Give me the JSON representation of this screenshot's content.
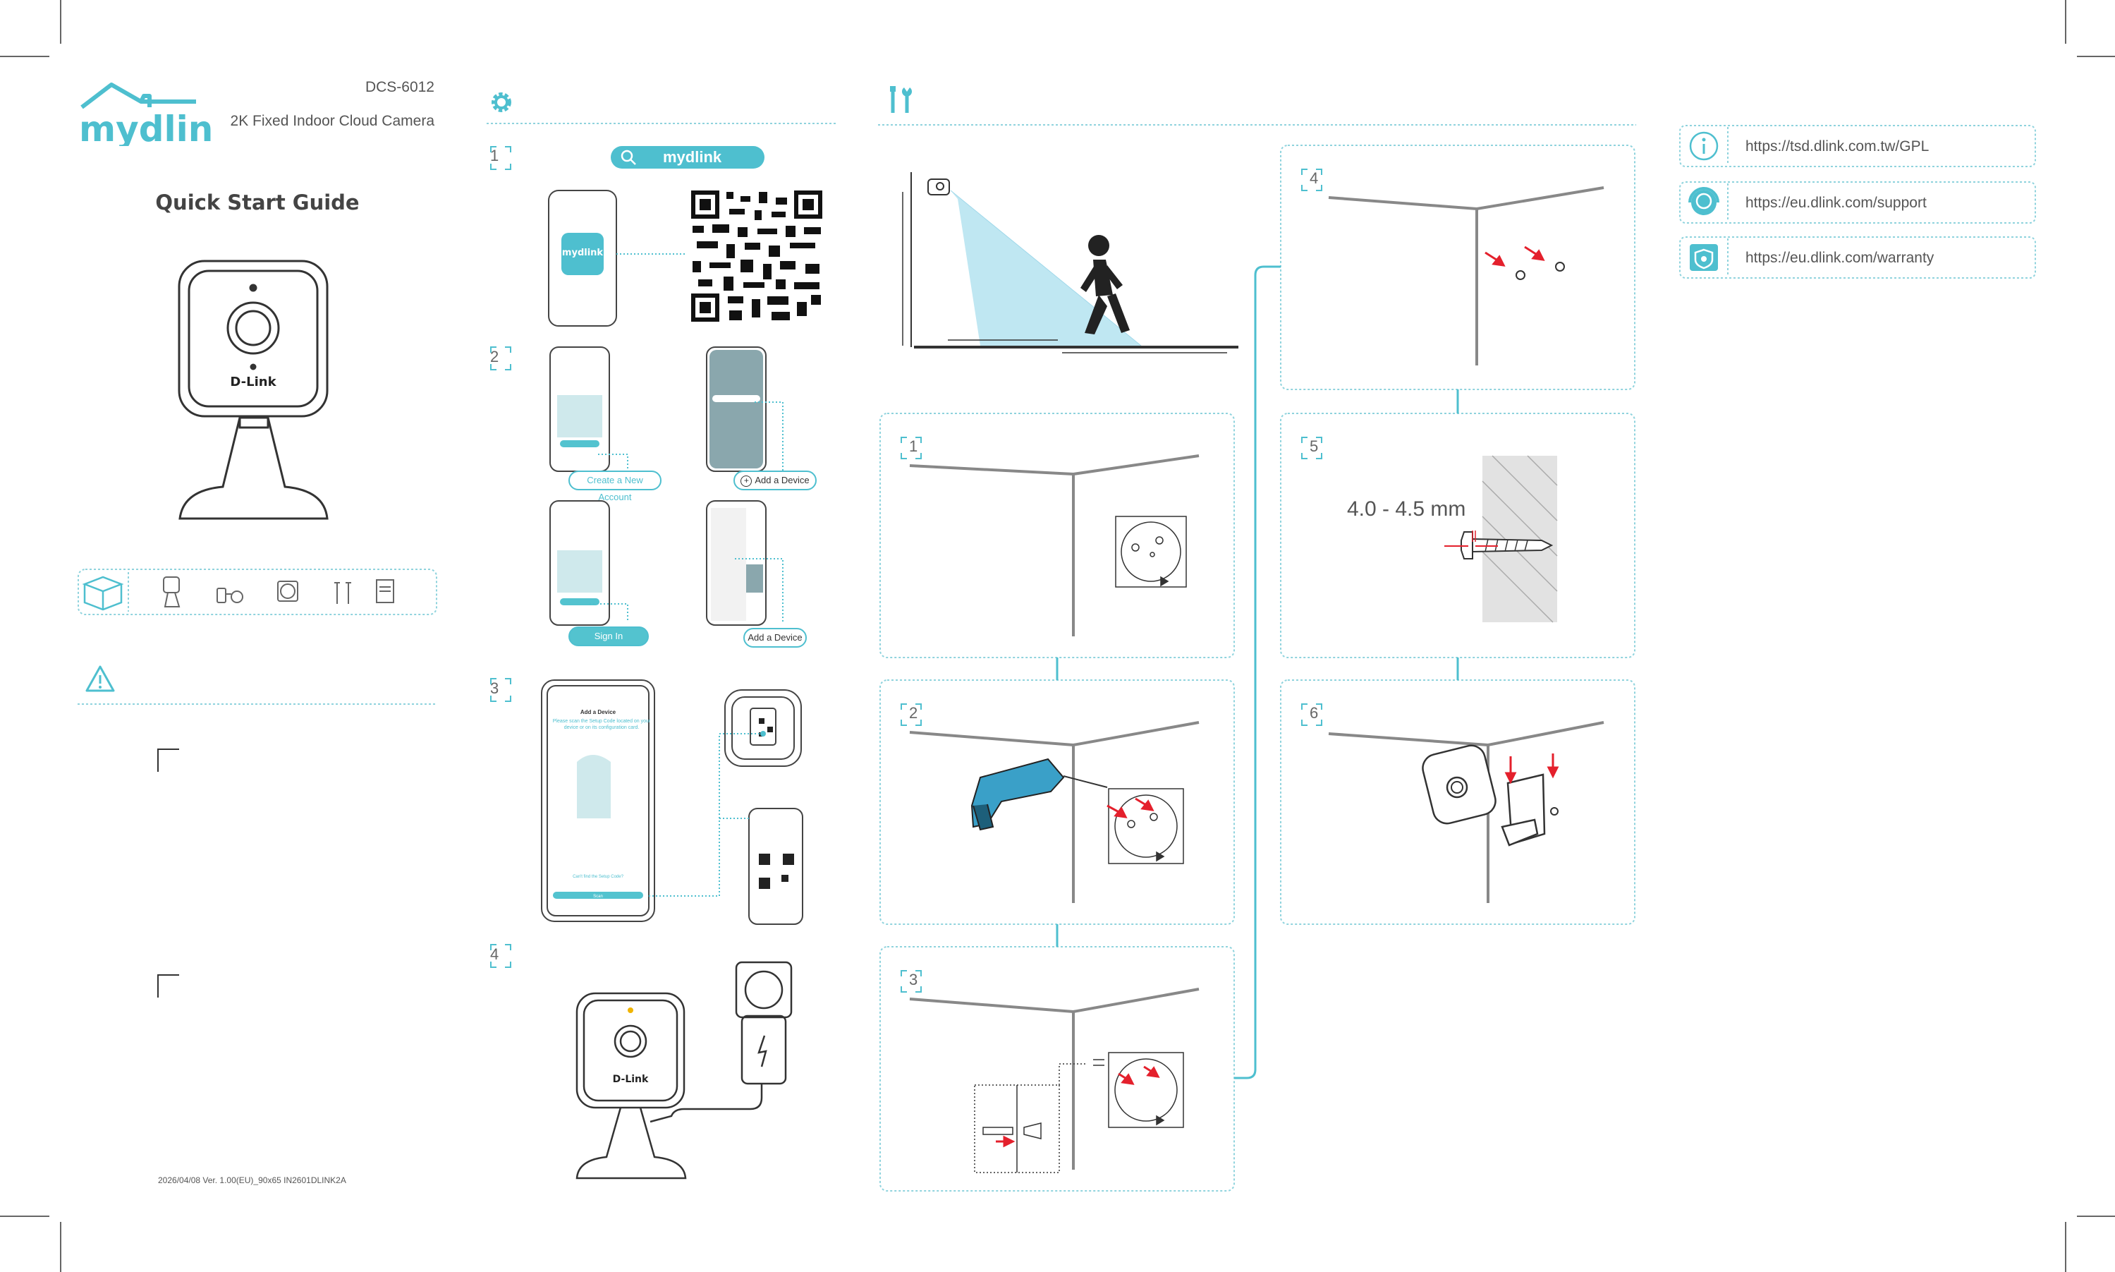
{
  "header": {
    "brand": "mydlink",
    "model": "DCS-6012",
    "product": "2K Fixed Indoor Cloud Camera",
    "title": "Quick Start Guide",
    "camera_logo": "D-Link"
  },
  "app_setup": {
    "search_label": "mydlink",
    "app_icon_label": "mydlink",
    "steps": [
      "1",
      "2",
      "3",
      "4"
    ],
    "create_account": "Create a New Account",
    "add_device": "Add a Device",
    "sign_in": "Sign In",
    "add_device_2": "Add a Device",
    "phone_title": "Add a Device",
    "phone_instruction": "Please scan the Setup Code located on your device or on its configuration card.",
    "phone_no_code": "Can't find the Setup Code?",
    "phone_scan": "Scan",
    "power_camera_logo": "D-Link"
  },
  "mounting": {
    "steps": [
      "1",
      "2",
      "3",
      "4",
      "5",
      "6"
    ],
    "measurement": "4.0 - 4.5 mm"
  },
  "support": {
    "links": [
      {
        "icon": "info-icon",
        "url": "https://tsd.dlink.com.tw/GPL"
      },
      {
        "icon": "support-icon",
        "url": "https://eu.dlink.com/support"
      },
      {
        "icon": "warranty-icon",
        "url": "https://eu.dlink.com/warranty"
      }
    ]
  },
  "footer": {
    "version": "2026/04/08   Ver. 1.00(EU)_90x65   IN2601DLINK2A"
  },
  "colors": {
    "accent": "#4ebfcf",
    "dotted": "#8fd3dd",
    "arrow": "#e4202c",
    "line": "#8a8a8a"
  }
}
